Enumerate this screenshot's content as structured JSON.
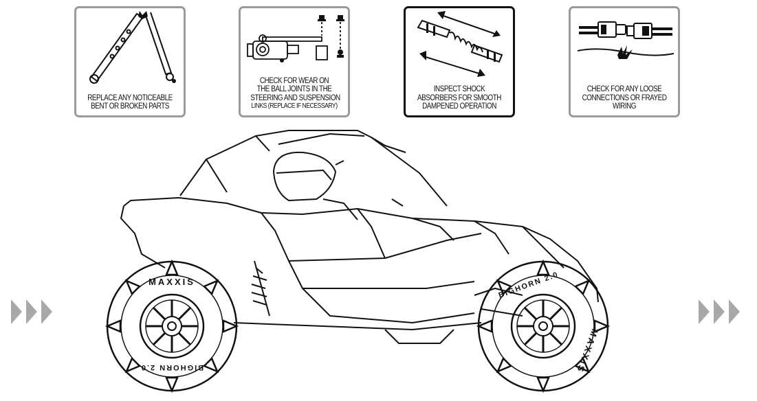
{
  "cards": [
    {
      "id": "replace-parts",
      "lines": [
        "REPLACE ANY NOTICEABLE",
        "BENT OR BROKEN PARTS"
      ],
      "icon": "bent-arm-icon",
      "active": false
    },
    {
      "id": "ball-joints",
      "lines": [
        "CHECK FOR WEAR ON",
        "THE BALL JOINTS IN THE",
        "STEERING AND SUSPENSION",
        "LINKS (REPLACE IF NECESSARY)"
      ],
      "icon": "ball-joint-icon",
      "active": false
    },
    {
      "id": "shock-absorbers",
      "lines": [
        "INSPECT SHOCK",
        "ABSORBERS FOR SMOOTH",
        "DAMPENED OPERATION"
      ],
      "icon": "shock-absorber-icon",
      "active": true
    },
    {
      "id": "wiring",
      "lines": [
        "CHECK FOR ANY LOOSE",
        "CONNECTIONS OR FRAYED",
        "WIRING"
      ],
      "icon": "connector-icon",
      "active": false
    }
  ],
  "tires": {
    "brand": "MAXXIS",
    "model": "BIGHORN 2.0"
  },
  "nav": {
    "prev_icon": "triple-chevron-left-icon",
    "next_icon": "triple-chevron-right-icon"
  },
  "colors": {
    "ink": "#111111",
    "card_border": "#9a9a9a",
    "active_border": "#111111",
    "arrow": "#a8a8a8"
  }
}
